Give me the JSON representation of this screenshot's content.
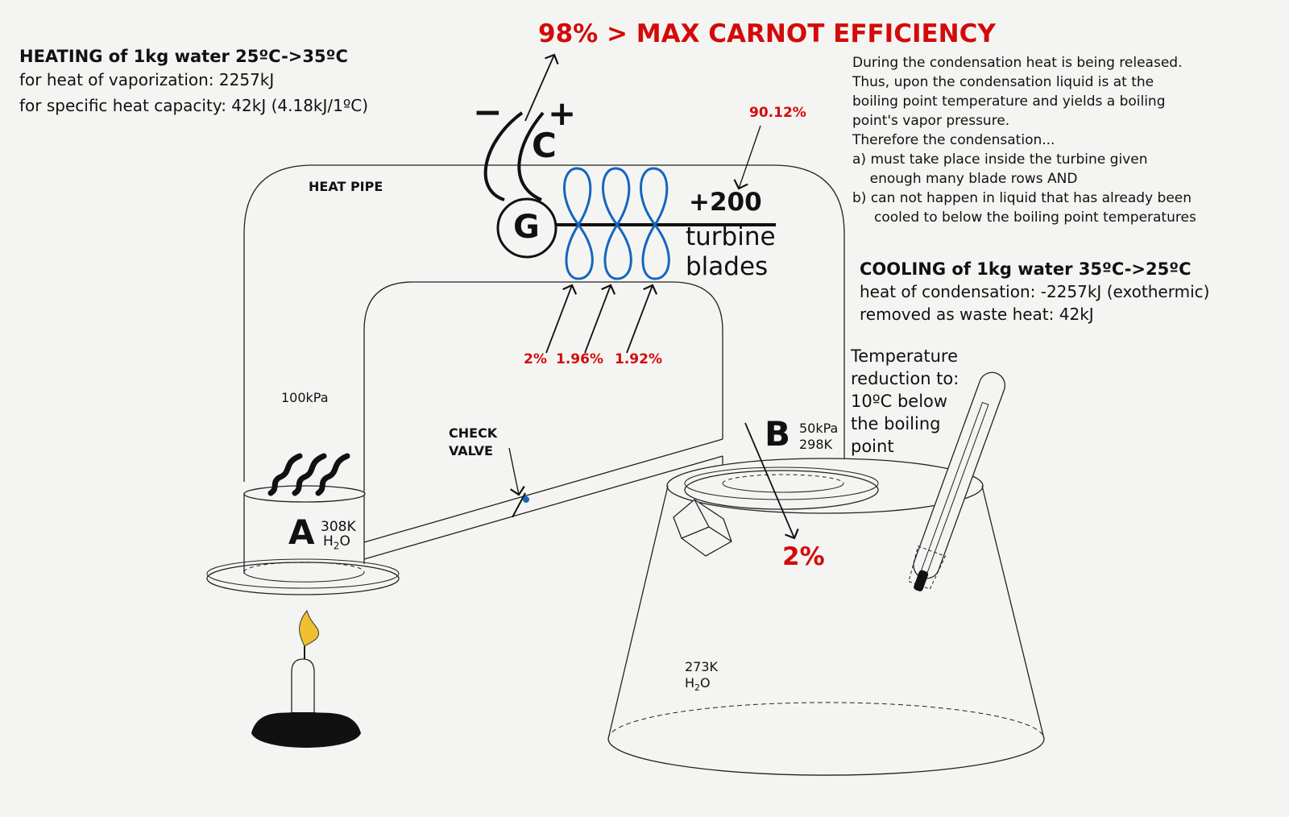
{
  "headline": "98% > MAX CARNOT EFFICIENCY",
  "heating": {
    "title": "HEATING of 1kg water 25ºC->35ºC",
    "vaporization": "for heat of vaporization: 2257kJ",
    "specific_heat": "for specific heat capacity:   42kJ  (4.18kJ/1ºC)"
  },
  "condensation_notes": [
    "During the condensation heat is being released.",
    "Thus, upon the condensation liquid is at the",
    "boiling point temperature and yields a boiling",
    "point's vapor pressure.",
    "Therefore the condensation...",
    "a) must take place inside the turbine given",
    "    enough many blade rows AND",
    "b) can not happen in liquid that has already been",
    "     cooled to below the boiling point temperatures"
  ],
  "cooling": {
    "title": "COOLING of 1kg water 35ºC->25ºC",
    "condensation": "heat of condensation:  -2257kJ (exothermic)",
    "waste": "removed as waste heat:    42kJ"
  },
  "temperature_note": [
    "Temperature",
    "reduction to:",
    "10ºC below",
    "the boiling",
    "point"
  ],
  "labels": {
    "heat_pipe": "HEAT PIPE",
    "pressure_a": "100kPa",
    "check_valve": [
      "CHECK",
      "VALVE"
    ],
    "vessel_a": "A",
    "vessel_a_temp": "308K",
    "vessel_a_h": "H",
    "vessel_a_sub": "2",
    "vessel_a_o": "O",
    "vessel_b": "B",
    "vessel_b_pressure": "50kPa",
    "vessel_b_temp": "298K",
    "basin_temp": "273K",
    "basin_h": "H",
    "basin_sub": "2",
    "basin_o": "O",
    "generator": "G",
    "capacitor": "C",
    "minus": "−",
    "plus": "+",
    "turbine_gain": "+200",
    "turbine": [
      "turbine",
      "blades"
    ]
  },
  "percentages": {
    "turbine_total": "90.12%",
    "row1": "2%",
    "row2": "1.96%",
    "row3": "1.92%",
    "waste": "2%"
  },
  "colors": {
    "accent_red": "#d40a0a",
    "blade_blue": "#1565c0",
    "flame": "#f0c030"
  }
}
